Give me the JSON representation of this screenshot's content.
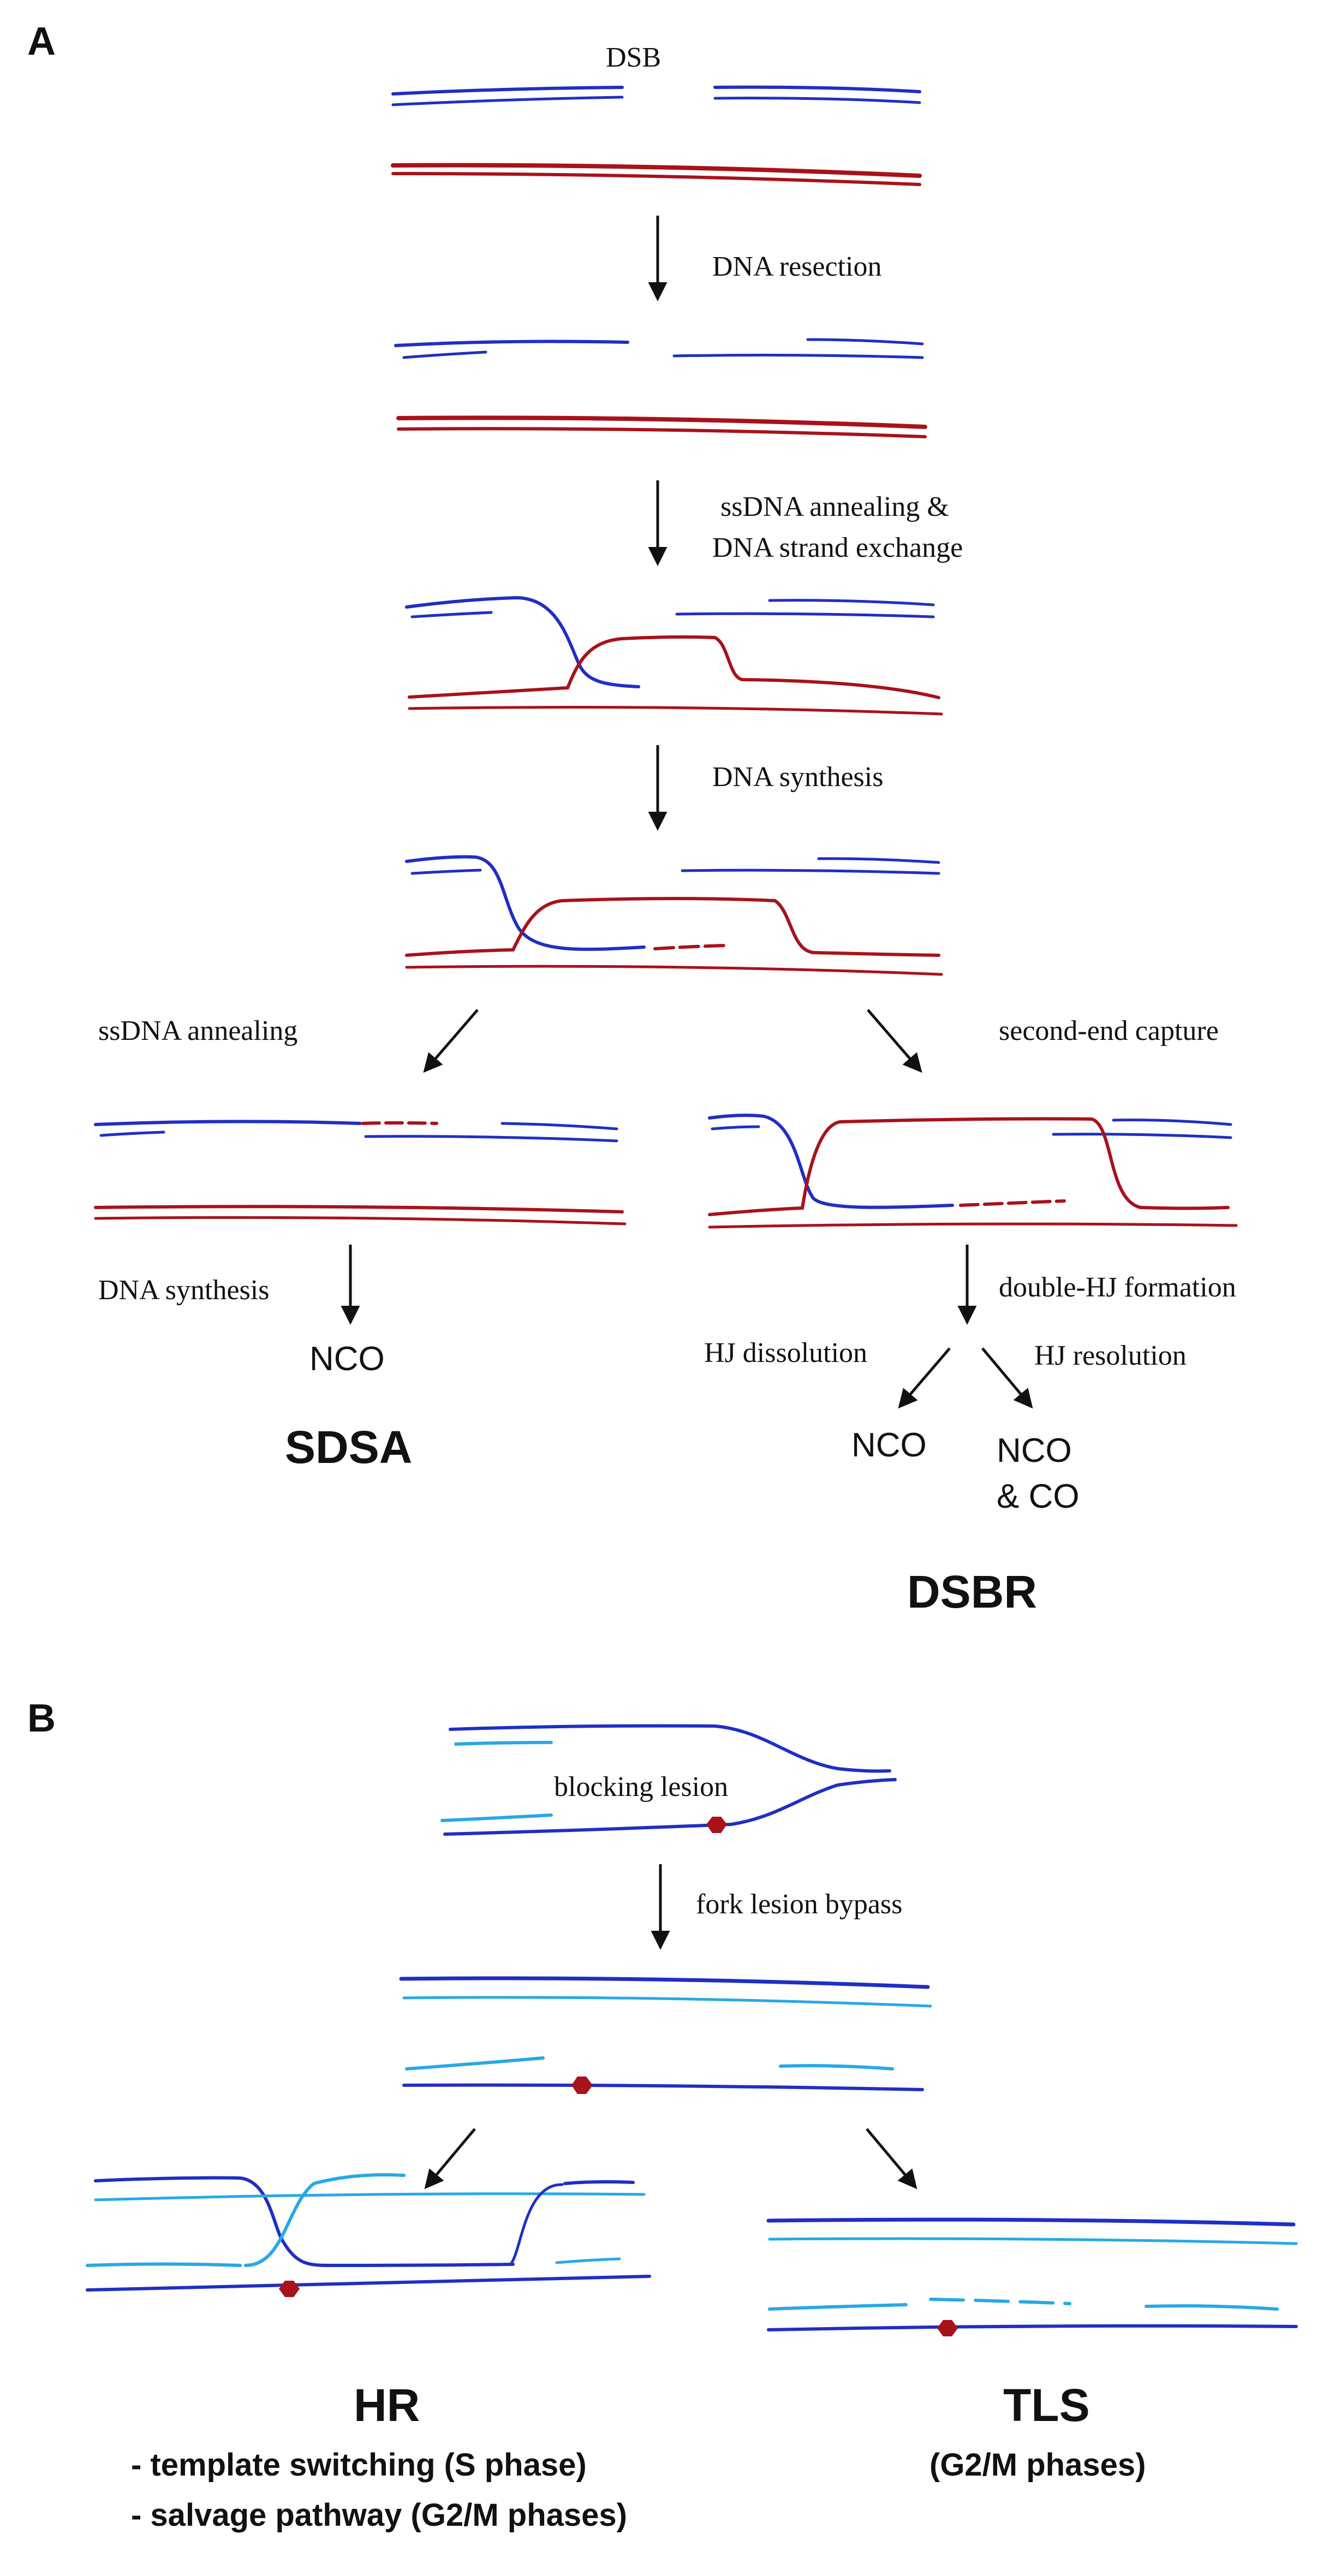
{
  "panel_a": {
    "label": "A",
    "steps": {
      "dsb": "DSB",
      "resection": "DNA resection",
      "annealing_line1": "ssDNA annealing &",
      "annealing_line2": "DNA strand exchange",
      "synthesis": "DNA synthesis",
      "left_branch": "ssDNA annealing",
      "right_branch": "second-end capture",
      "left_synthesis": "DNA synthesis",
      "hj_formation": "double-HJ formation",
      "hj_dissolution": "HJ dissolution",
      "hj_resolution": "HJ resolution"
    },
    "outcomes": {
      "sdsa_nco": "NCO",
      "dsbr_nco": "NCO",
      "dsbr_nco_co_line1": "NCO",
      "dsbr_nco_co_line2": "& CO"
    },
    "titles": {
      "sdsa": "SDSA",
      "dsbr": "DSBR"
    }
  },
  "panel_b": {
    "label": "B",
    "steps": {
      "blocking": "blocking lesion",
      "bypass": "fork lesion bypass"
    },
    "titles": {
      "hr": "HR",
      "hr_line1": "- template switching (S phase)",
      "hr_line2": "- salvage pathway (G2/M phases)",
      "tls": "TLS",
      "tls_line1": "(G2/M phases)"
    }
  },
  "colors": {
    "blue_strand": "#1f2fc4",
    "light_blue_strand": "#28a8e6",
    "red_strand": "#a8121a",
    "lesion": "#a8121a"
  }
}
